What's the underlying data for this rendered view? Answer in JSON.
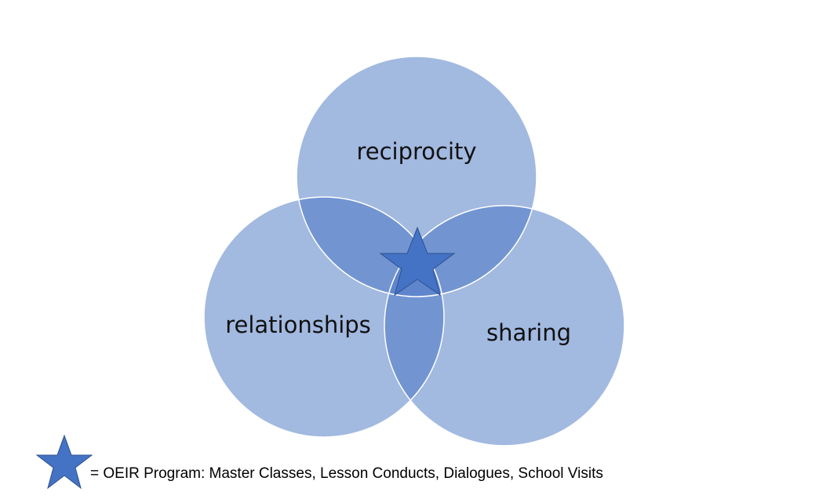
{
  "diagram": {
    "type": "venn",
    "circles": [
      {
        "label": "reciprocity"
      },
      {
        "label": "relationships"
      },
      {
        "label": "sharing"
      }
    ],
    "center_marker_icon": "star-icon",
    "colors": {
      "circle_fill": "#a2b9e0",
      "circle_stroke": "#ffffff",
      "overlap2_fill": "#7295d2",
      "overlap3_fill": "#5f86cc",
      "star_fill": "#4472c4",
      "star_stroke": "#2f528f"
    }
  },
  "legend": {
    "icon": "star-icon",
    "text": "= OEIR Program: Master Classes, Lesson Conducts, Dialogues, School Visits"
  }
}
